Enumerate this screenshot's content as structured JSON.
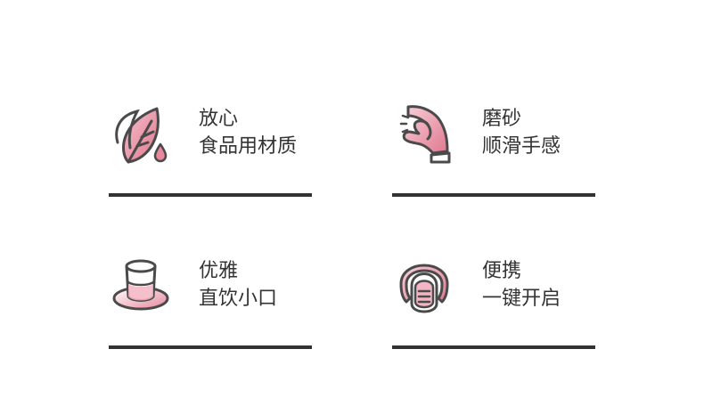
{
  "features": [
    {
      "title": "放心",
      "subtitle": "食品用材质",
      "icon": "leaf-drop-icon"
    },
    {
      "title": "磨砂",
      "subtitle": "顺滑手感",
      "icon": "hand-pinch-icon"
    },
    {
      "title": "优雅",
      "subtitle": "直饮小口",
      "icon": "cup-saucer-icon"
    },
    {
      "title": "便携",
      "subtitle": "一键开启",
      "icon": "capsule-device-icon"
    }
  ],
  "colors": {
    "text": "#333333",
    "icon_stroke": "#4a4a4a",
    "accent_pink": "#e8879d",
    "divider": "#333333",
    "background": "#ffffff"
  }
}
